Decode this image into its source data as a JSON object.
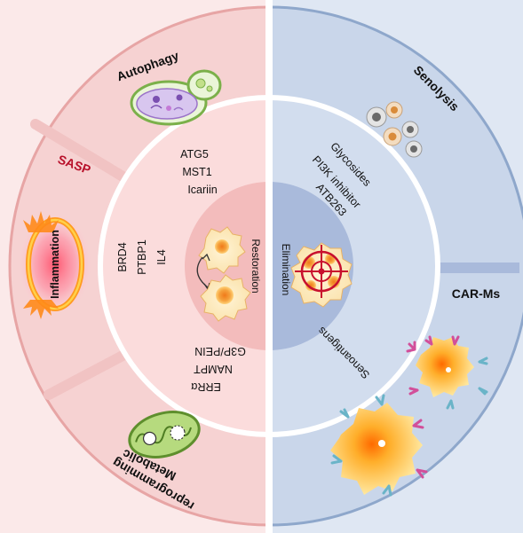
{
  "left": {
    "autophagy": {
      "title": "Autophagy",
      "items": [
        "ATG5",
        "MST1",
        "Icariin"
      ]
    },
    "sasp": {
      "title": "SASP",
      "items": [
        "BRD4",
        "PTBP1",
        "IL4"
      ],
      "inflammation_label": "Inflammation"
    },
    "metabolic": {
      "title_line1": "Metabolic",
      "title_line2": "reprogramming",
      "items": [
        "G3P/PEIN",
        "NAMPT",
        "ERRα"
      ]
    },
    "center_label": "Restoration"
  },
  "right": {
    "senolysis": {
      "title": "Senolysis",
      "items": [
        "Glycosides",
        "PI3K inhibitor",
        "ATB263"
      ]
    },
    "car_ms": {
      "title": "CAR-Ms",
      "antigen_label": "Senoantigens"
    },
    "center_label": "Elimination"
  },
  "colors": {
    "left_bg": "#f6d4d4",
    "right_bg": "#c9d6ea",
    "left_outer_ring": "#e7a5a5",
    "right_outer_ring": "#8ea7cb",
    "left_center": "#f1b5b5",
    "right_center": "#a9badb",
    "sasp_red": "#b8102a"
  }
}
